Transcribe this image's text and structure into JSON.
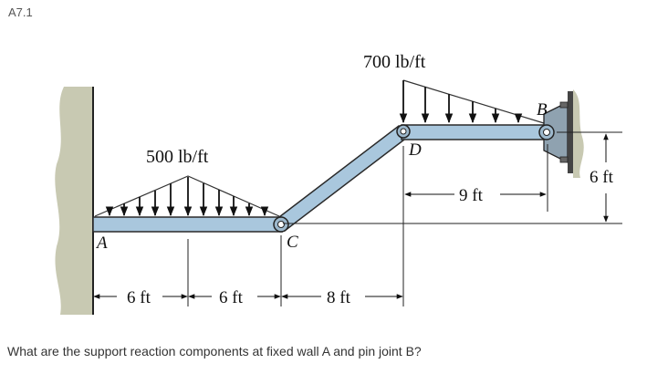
{
  "problem": {
    "id": "A7.1",
    "question": "What are the support reaction components at fixed wall A and pin joint B?"
  },
  "diagram": {
    "loads": {
      "left": "500 lb/ft",
      "right": "700 lb/ft"
    },
    "points": {
      "A": "A",
      "B": "B",
      "C": "C",
      "D": "D"
    },
    "dims": {
      "seg1": "6 ft",
      "seg2": "6 ft",
      "seg3": "8 ft",
      "span_d": "9 ft",
      "height": "6 ft"
    },
    "colors": {
      "beam_fill": "#a9c7dd",
      "beam_edge": "#2a2a2a",
      "wall": "#c8c9b2",
      "support_plate": "#8fa2b0"
    }
  }
}
